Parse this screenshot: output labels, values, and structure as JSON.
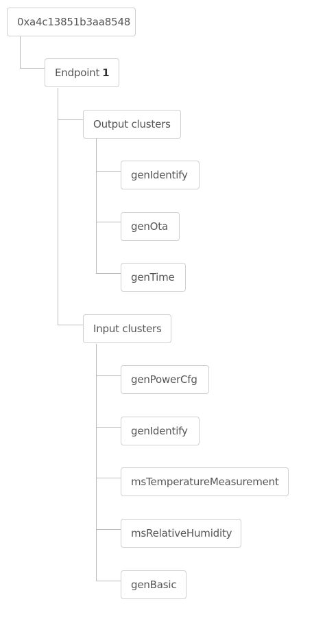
{
  "root": {
    "label": "0xa4c13851b3aa8548"
  },
  "endpoint": {
    "label": "Endpoint",
    "number": "1"
  },
  "output_clusters": {
    "label": "Output clusters",
    "items": [
      "genIdentify",
      "genOta",
      "genTime"
    ]
  },
  "input_clusters": {
    "label": "Input clusters",
    "items": [
      "genPowerCfg",
      "genIdentify",
      "msTemperatureMeasurement",
      "msRelativeHumidity",
      "genBasic"
    ]
  }
}
